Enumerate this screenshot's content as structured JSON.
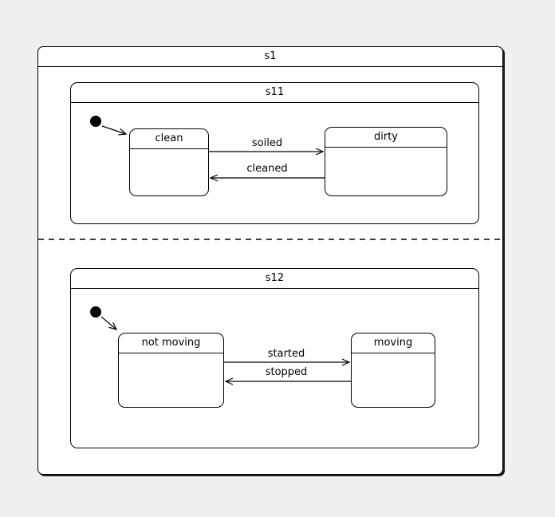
{
  "diagram": {
    "type": "uml-state-machine",
    "root_state": {
      "name": "s1"
    },
    "regions": [
      {
        "composite_state": {
          "name": "s11"
        },
        "substates": [
          {
            "name": "clean"
          },
          {
            "name": "dirty"
          }
        ],
        "transitions": [
          {
            "label": "soiled",
            "from": "clean",
            "to": "dirty"
          },
          {
            "label": "cleaned",
            "from": "dirty",
            "to": "clean"
          }
        ],
        "initial_transition_to": "clean"
      },
      {
        "composite_state": {
          "name": "s12"
        },
        "substates": [
          {
            "name": "not moving"
          },
          {
            "name": "moving"
          }
        ],
        "transitions": [
          {
            "label": "started",
            "from": "not moving",
            "to": "moving"
          },
          {
            "label": "stopped",
            "from": "moving",
            "to": "not moving"
          }
        ],
        "initial_transition_to": "not moving"
      }
    ],
    "colors": {
      "background": "#efefef",
      "state_fill": "#ffffff",
      "stroke": "#000000"
    }
  }
}
